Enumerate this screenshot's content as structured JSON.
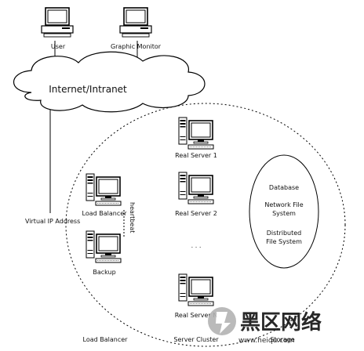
{
  "nodes": {
    "user": "User",
    "graphic_monitor": "Graphic Monitor",
    "network": "Internet/Intranet",
    "virtual_ip": "Virtual IP Address",
    "load_balancer": "Load Balancer",
    "heartbeat": "heartbeat",
    "backup": "Backup",
    "real_server_1": "Real Server 1",
    "real_server_2": "Real Server 2",
    "ellipsis": ". . .",
    "real_server_n": "Real Server N"
  },
  "storage": {
    "line1": "Database",
    "line2": "Network File",
    "line3": "System",
    "line4": "Distributed",
    "line5": "File System"
  },
  "footer": {
    "load_balancer": "Load Balancer",
    "server_cluster": "Server Cluster",
    "storage": "Storage"
  },
  "watermark": {
    "title": "黑区网络",
    "url": "www.heiqu.com"
  },
  "colors": {
    "lines": "#000000",
    "watermark": "#b3b3b3"
  }
}
